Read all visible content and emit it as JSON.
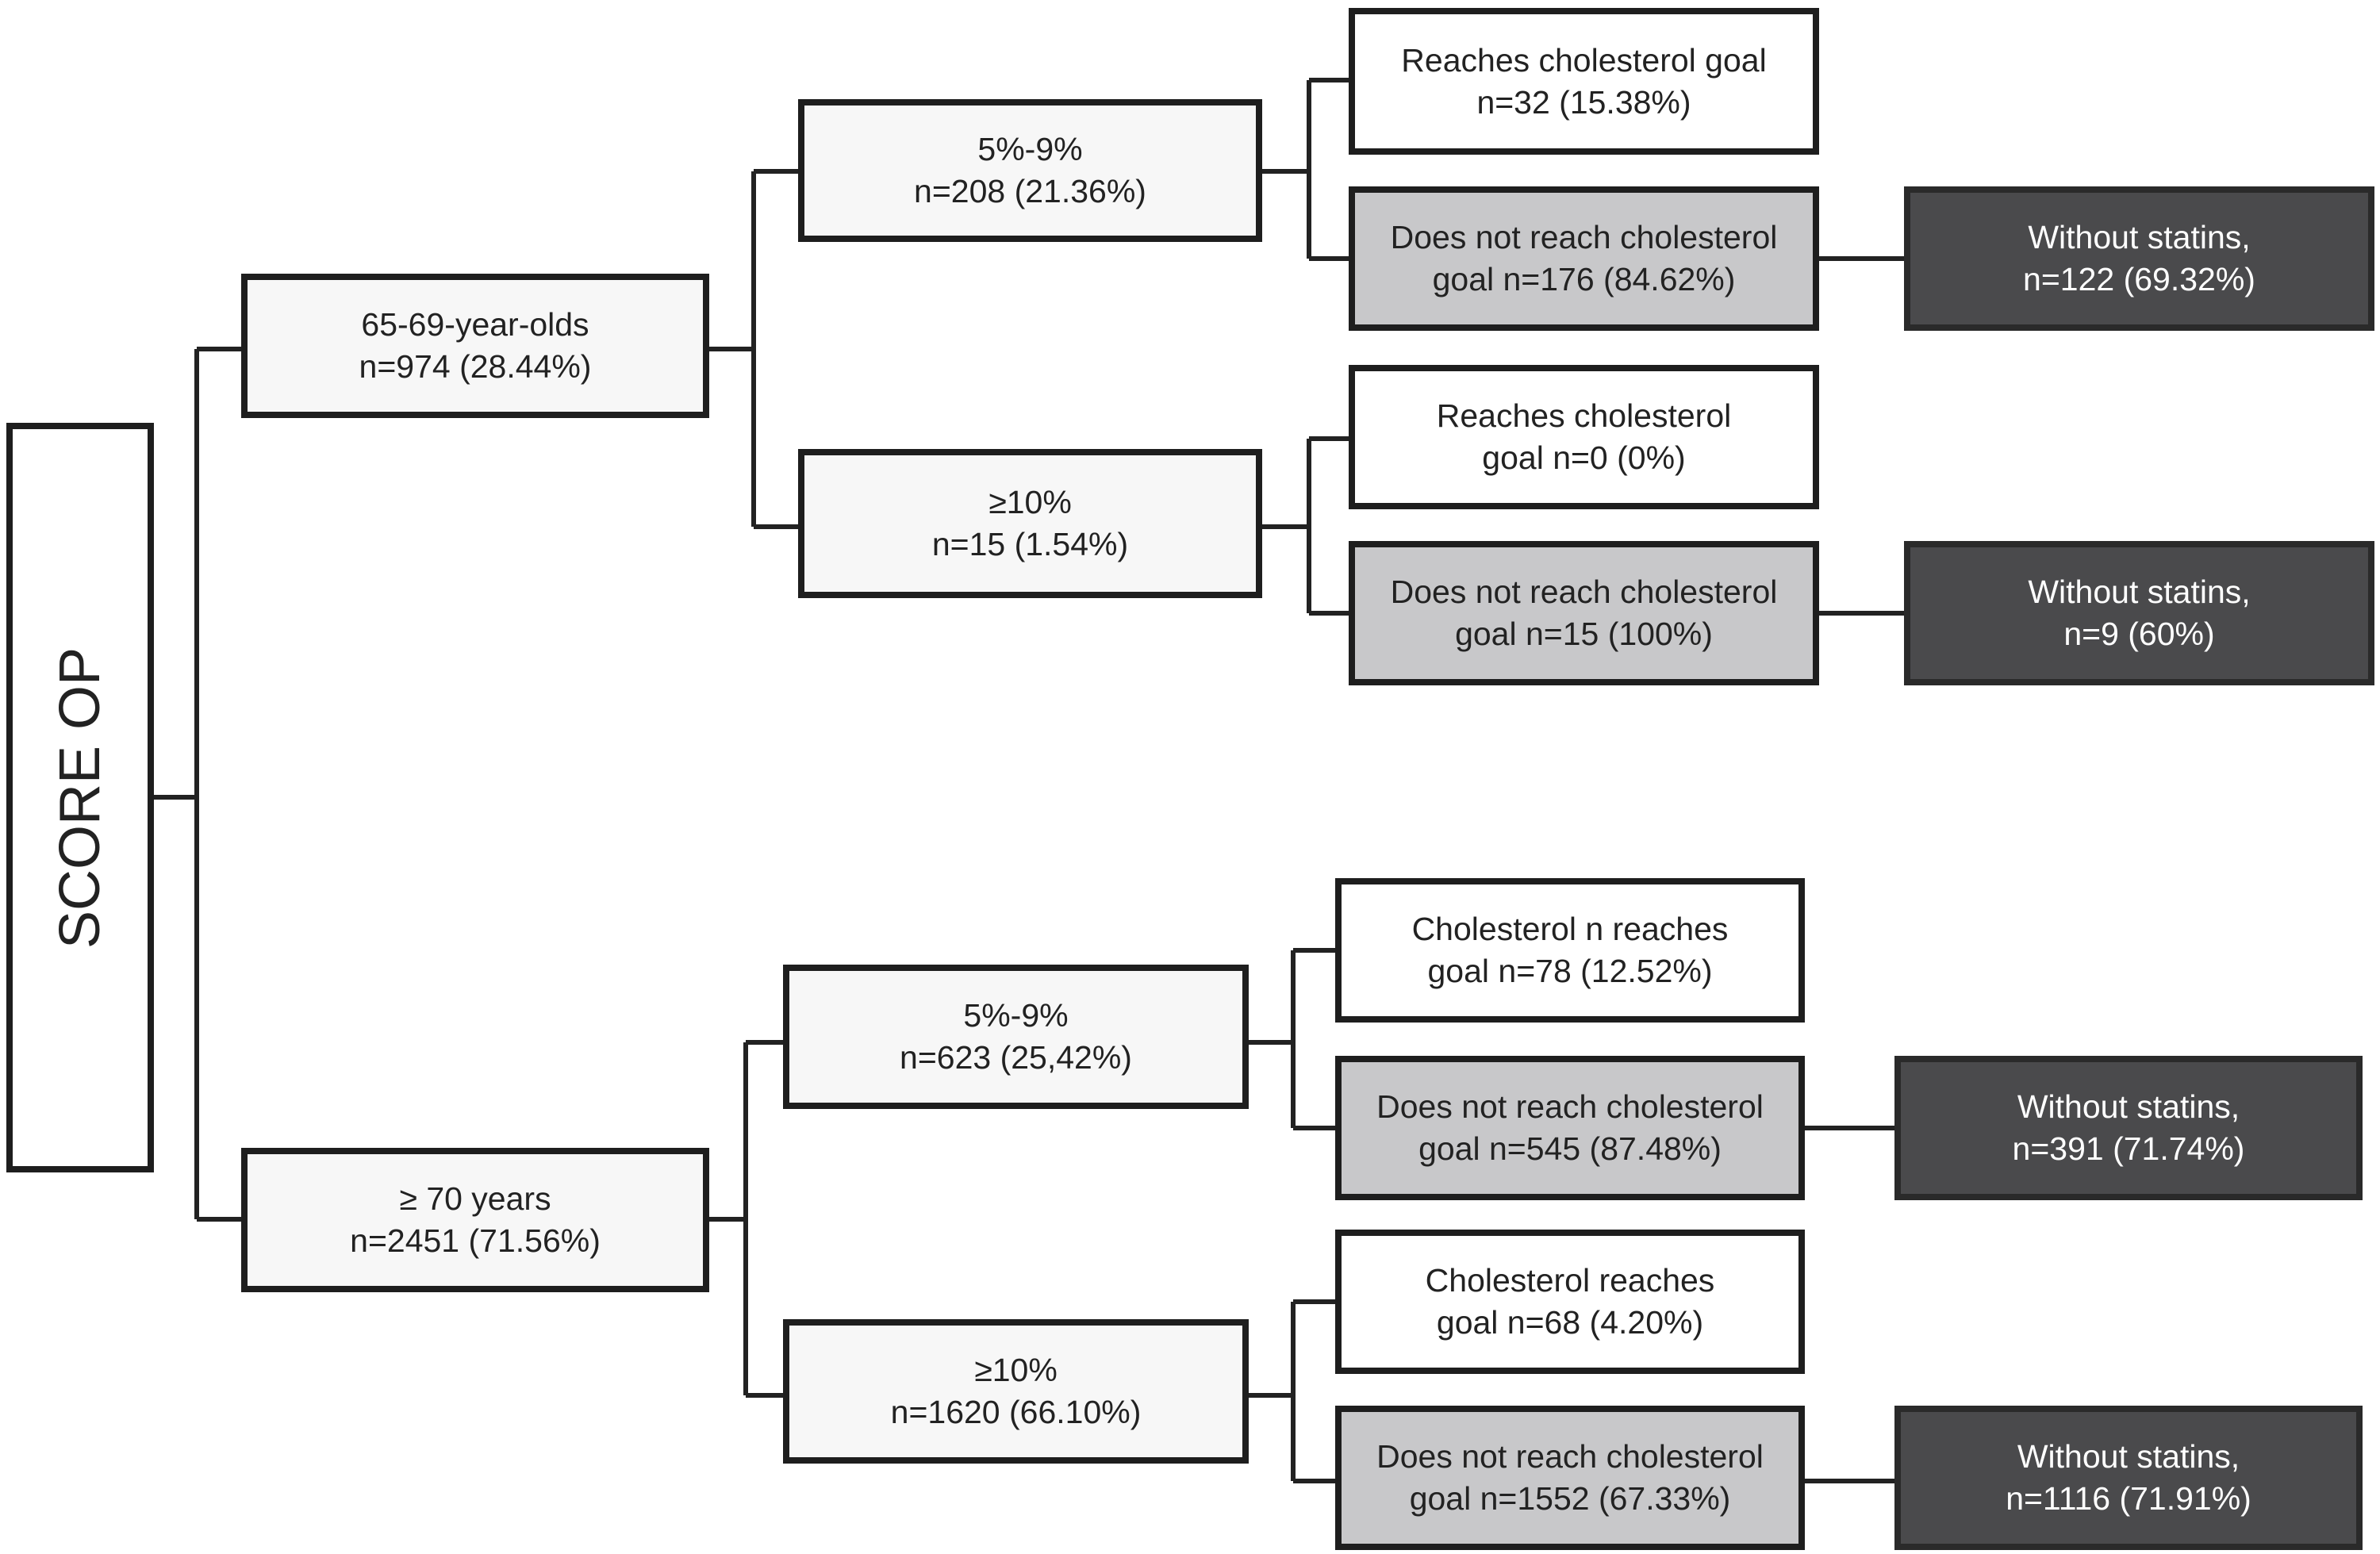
{
  "root": {
    "label": "SCORE OP"
  },
  "nodes": {
    "age_65_69": {
      "line1": "65-69-year-olds",
      "line2": "n=974 (28.44%)"
    },
    "age_70": {
      "line1": "≥ 70 years",
      "line2": "n=2451 (71.56%)"
    },
    "a1_risk_5_9": {
      "line1": "5%-9%",
      "line2": "n=208 (21.36%)"
    },
    "a1_risk_10": {
      "line1": "≥10%",
      "line2": "n=15 (1.54%)"
    },
    "a2_risk_5_9": {
      "line1": "5%-9%",
      "line2": "n=623 (25,42%)"
    },
    "a2_risk_10": {
      "line1": "≥10%",
      "line2": "n=1620 (66.10%)"
    },
    "a1r1_reach": {
      "line1": "Reaches cholesterol goal",
      "line2": "n=32 (15.38%)"
    },
    "a1r1_noreach": {
      "line1": "Does not reach cholesterol",
      "line2": "goal n=176 (84.62%)"
    },
    "a1r1_nostatins": {
      "line1": "Without statins,",
      "line2": "n=122 (69.32%)"
    },
    "a1r2_reach": {
      "line1": "Reaches cholesterol",
      "line2": "goal n=0 (0%)"
    },
    "a1r2_noreach": {
      "line1": "Does not reach cholesterol",
      "line2": "goal n=15 (100%)"
    },
    "a1r2_nostatins": {
      "line1": "Without statins,",
      "line2": "n=9 (60%)"
    },
    "a2r1_reach": {
      "line1": "Cholesterol n reaches",
      "line2": "goal n=78 (12.52%)"
    },
    "a2r1_noreach": {
      "line1": "Does not reach cholesterol",
      "line2": "goal n=545 (87.48%)"
    },
    "a2r1_nostatins": {
      "line1": "Without statins,",
      "line2": "n=391 (71.74%)"
    },
    "a2r2_reach": {
      "line1": "Cholesterol reaches",
      "line2": "goal n=68 (4.20%)"
    },
    "a2r2_noreach": {
      "line1": "Does not reach cholesterol",
      "line2": "goal n=1552 (67.33%)"
    },
    "a2r2_nostatins": {
      "line1": "Without statins,",
      "line2": "n=1116 (71.91%)"
    }
  },
  "colors": {
    "border": "#1e1e1e",
    "light_fill": "#f7f7f7",
    "gray_fill": "#c8c8ca",
    "dark_fill": "#4a4a4c",
    "dark_text": "#ffffff"
  }
}
